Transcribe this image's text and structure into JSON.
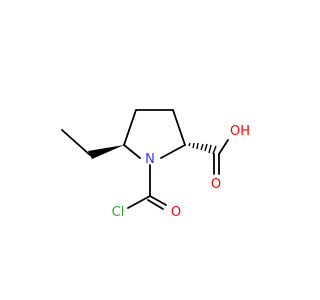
{
  "structure": {
    "atoms": {
      "nitrogen": "N",
      "chlorine": "Cl",
      "carbonyl_oxygen": "O",
      "acid_oxygen": "O",
      "hydroxyl": "OH"
    },
    "colors": {
      "bond": "#000000",
      "nitrogen": "#3333ff",
      "oxygen": "#ff0000",
      "chlorine": "#33aa33"
    }
  }
}
